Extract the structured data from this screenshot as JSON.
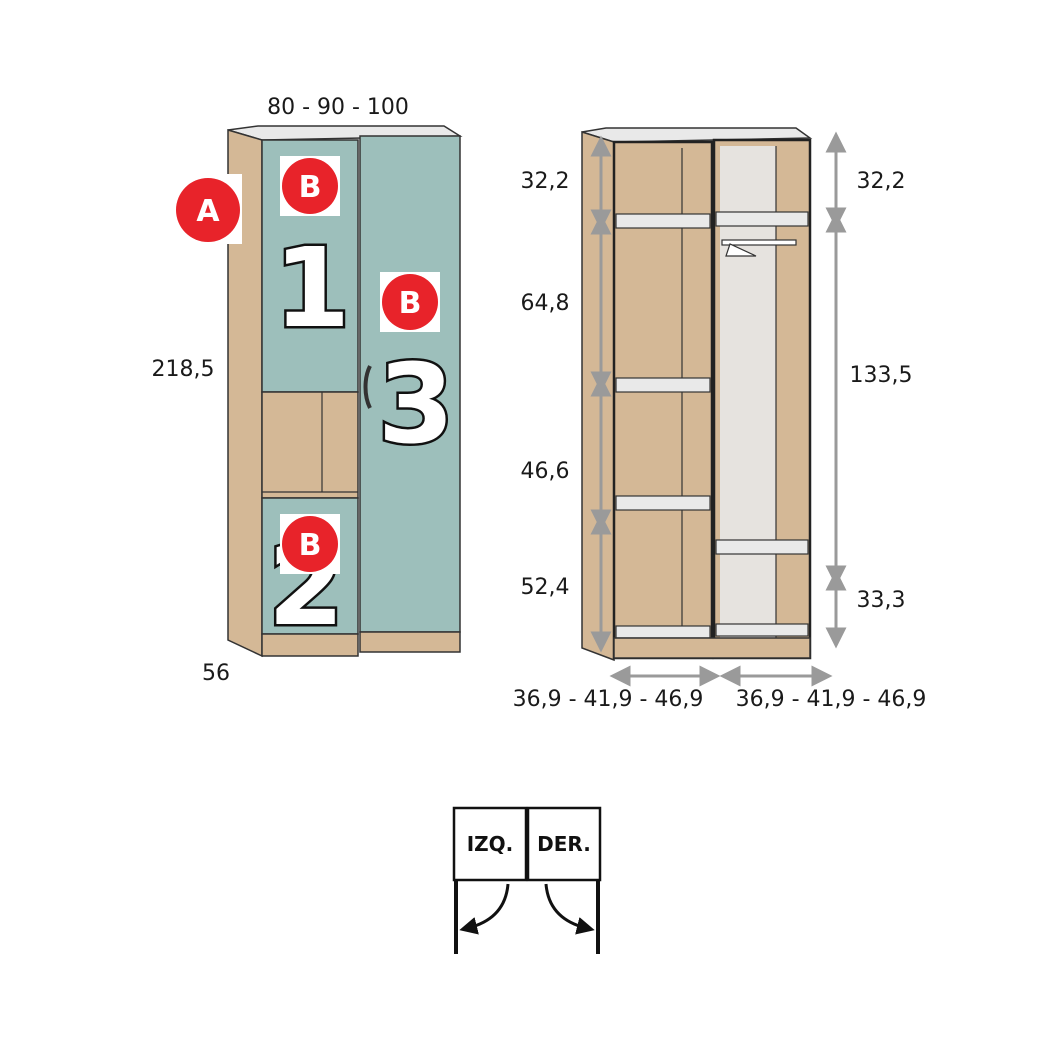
{
  "colors": {
    "wood": "#d4b896",
    "door": "#9dbfbb",
    "top": "#e9e9e9",
    "badge": "#e8232a",
    "inner_back": "#e6e3df",
    "arrow": "#9a9a9a"
  },
  "front_view": {
    "width_label": "80 - 90 - 100",
    "height_label": "218,5",
    "depth_label": "56",
    "side_badge": "A",
    "door_badge": "B",
    "door_numbers": [
      "1",
      "2",
      "3"
    ]
  },
  "interior_view": {
    "left_dims": [
      "32,2",
      "64,8",
      "46,6",
      "52,4"
    ],
    "right_dims": [
      "32,2",
      "133,5",
      "33,3"
    ],
    "width_labels": [
      "36,9 - 41,9 - 46,9",
      "36,9 - 41,9 - 46,9"
    ]
  },
  "opening_legend": {
    "left": "IZQ.",
    "right": "DER."
  }
}
